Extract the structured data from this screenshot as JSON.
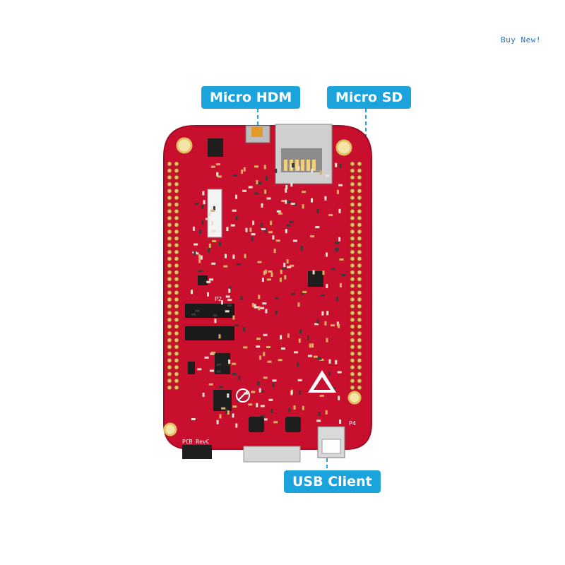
{
  "header": {
    "corner_text": "Buy  New!"
  },
  "callouts": {
    "micro_hdmi": "Micro HDM",
    "micro_sd": "Micro SD",
    "usb_client": "USB Client"
  },
  "board": {
    "silkscreen_revision": "PCB RevC",
    "header_p2": "P2",
    "header_p4": "P4",
    "colors": {
      "pcb": "#c8102e",
      "pcb_dark": "#9e0c22",
      "pad_gold": "#e8c06a",
      "callout_blue": "#1ba3db"
    }
  },
  "icons": [
    "esd-warning-icon",
    "pb-free-icon"
  ]
}
